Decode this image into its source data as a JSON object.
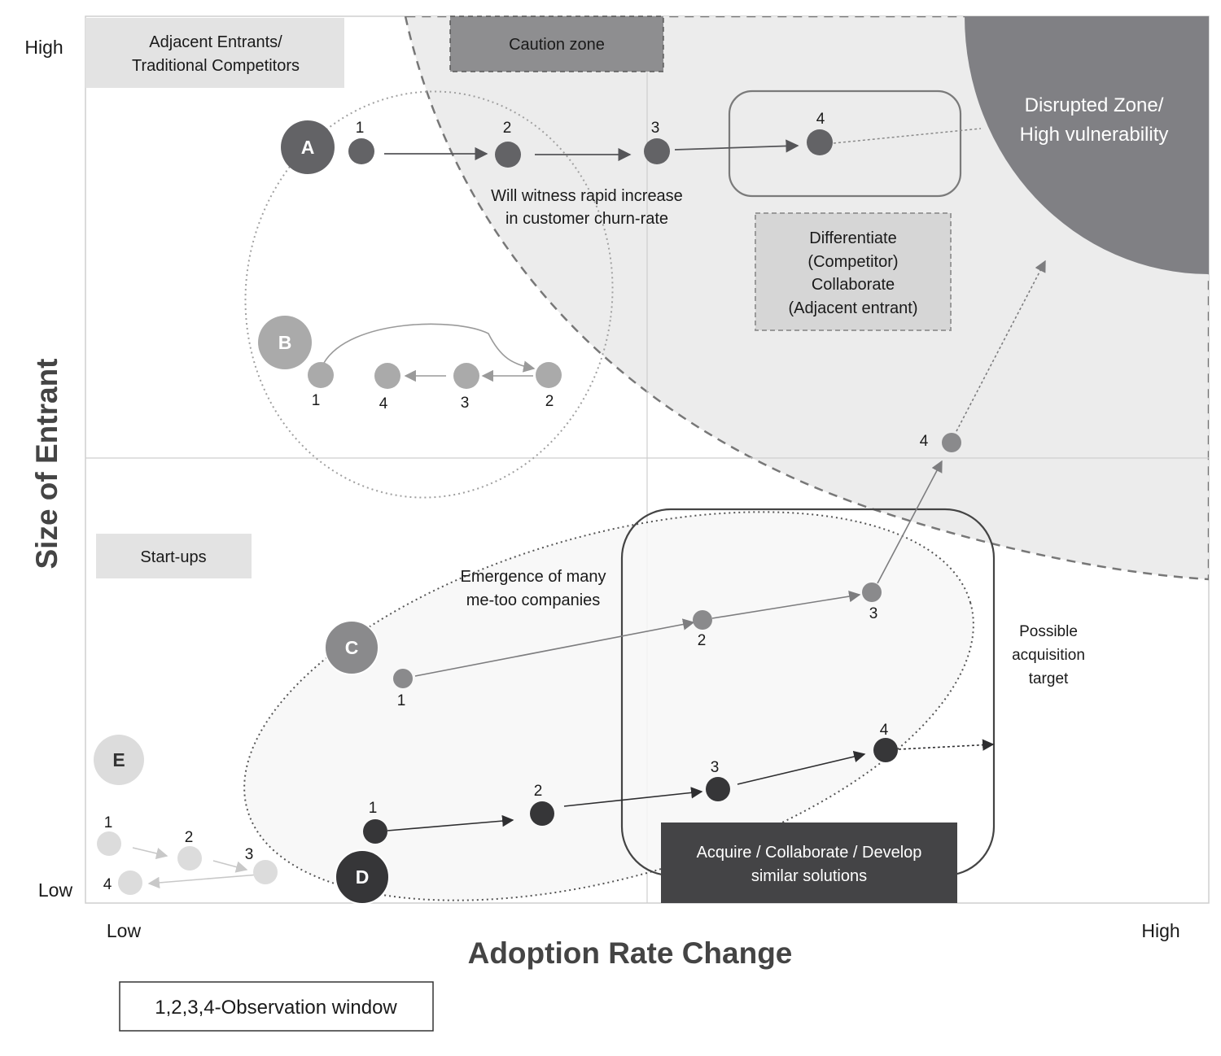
{
  "axes": {
    "x_title": "Adoption Rate Change",
    "y_title": "Size of Entrant",
    "x_low": "Low",
    "x_high": "High",
    "y_low": "Low",
    "y_high": "High"
  },
  "categories": {
    "adjacent_line1": "Adjacent Entrants/",
    "adjacent_line2": "Traditional Competitors",
    "startups": "Start-ups"
  },
  "zones": {
    "caution": "Caution zone",
    "disrupted_line1": "Disrupted Zone/",
    "disrupted_line2": "High vulnerability"
  },
  "annotations": {
    "churn_line1": "Will witness rapid increase",
    "churn_line2": "in customer churn-rate",
    "diff_line1": "Differentiate",
    "diff_line2": "(Competitor)",
    "diff_line3": "Collaborate",
    "diff_line4": "(Adjacent entrant)",
    "metoo_line1": "Emergence of many",
    "metoo_line2": "me-too companies",
    "acq_line1": "Possible",
    "acq_line2": "acquisition",
    "acq_line3": "target",
    "acquire_line1": "Acquire / Collaborate /  Develop",
    "acquire_line2": "similar solutions"
  },
  "entrants": {
    "A": "A",
    "B": "B",
    "C": "C",
    "D": "D",
    "E": "E"
  },
  "windows": {
    "one": "1",
    "two": "2",
    "three": "3",
    "four": "4"
  },
  "legend": "1,2,3,4-Observation window",
  "colors": {
    "A": "#636366",
    "B": "#aaaaaa",
    "C": "#8a8a8c",
    "D": "#363638",
    "E": "#dcdcdc",
    "disrupted_zone": "#808084",
    "zone_fill": "#ececec",
    "acquire_box": "#444446"
  }
}
